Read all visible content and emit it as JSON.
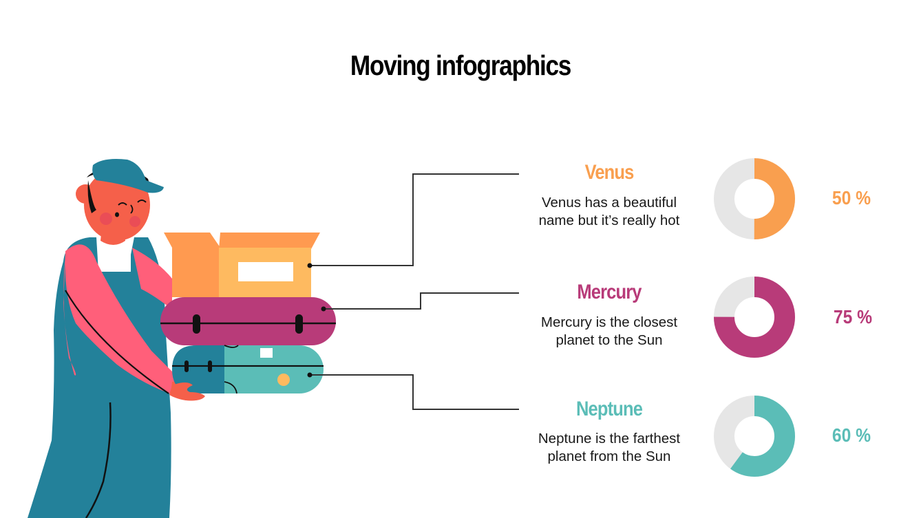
{
  "slide": {
    "title": "Moving infographics"
  },
  "colors": {
    "venus": "#F99F4F",
    "mercury": "#B83B79",
    "neptune": "#5BBDB7",
    "track": "#E6E6E6",
    "line": "#333333"
  },
  "items": [
    {
      "name": "Venus",
      "description_line1": "Venus has a beautiful",
      "description_line2": "name but it’s really hot",
      "percent_label": "50 %",
      "value": 50
    },
    {
      "name": "Mercury",
      "description_line1": "Mercury is the closest",
      "description_line2": "planet to the Sun",
      "percent_label": "75 %",
      "value": 75
    },
    {
      "name": "Neptune",
      "description_line1": "Neptune is the farthest",
      "description_line2": "planet from the Sun",
      "percent_label": "60 %",
      "value": 60
    }
  ],
  "chart_data": {
    "type": "pie",
    "subtype": "donut",
    "title": "Moving infographics",
    "categories": [
      "Venus",
      "Mercury",
      "Neptune"
    ],
    "values": [
      50,
      75,
      60
    ],
    "unit": "%",
    "series": [
      {
        "name": "Venus",
        "values": [
          50,
          50
        ],
        "labels": [
          "filled",
          "remaining"
        ],
        "color": "#F99F4F"
      },
      {
        "name": "Mercury",
        "values": [
          75,
          25
        ],
        "labels": [
          "filled",
          "remaining"
        ],
        "color": "#B83B79"
      },
      {
        "name": "Neptune",
        "values": [
          60,
          40
        ],
        "labels": [
          "filled",
          "remaining"
        ],
        "color": "#5BBDB7"
      }
    ],
    "annotations": [
      "Venus has a beautiful name but it’s really hot",
      "Mercury is the closest planet to the Sun",
      "Neptune is the farthest planet from the Sun"
    ],
    "legend": "none"
  }
}
